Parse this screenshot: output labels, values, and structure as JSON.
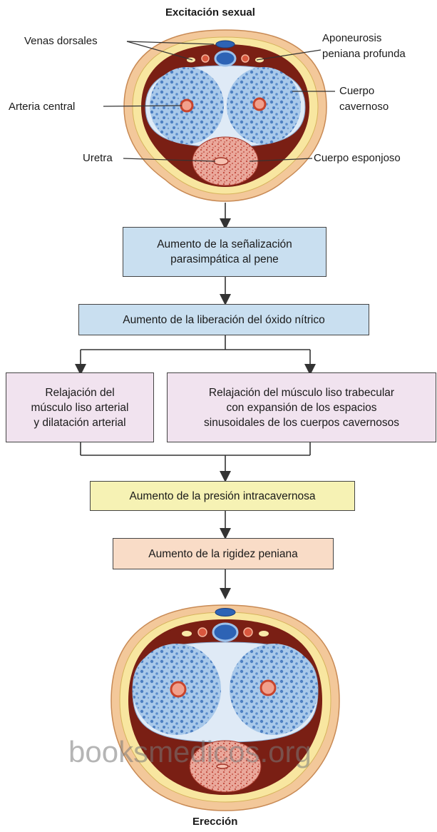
{
  "top": {
    "title": "Excitación sexual",
    "labels": {
      "venas": "Venas dorsales",
      "aponeurosis_1": "Aponeurosis",
      "aponeurosis_2": "peniana profunda",
      "arteria": "Arteria central",
      "cuerpo_cav_1": "Cuerpo",
      "cuerpo_cav_2": "cavernoso",
      "uretra": "Uretra",
      "esponjoso": "Cuerpo esponjoso"
    }
  },
  "flow": {
    "step1": "Aumento de la señalización\nparasimpática al pene",
    "step2": "Aumento de la liberación del óxido nítrico",
    "left_branch": "Relajación del\nmúsculo liso arterial\ny dilatación arterial",
    "right_branch": "Relajación del músculo liso trabecular\ncon expansión de los espacios\nsinusoidales de los cuerpos cavernosos",
    "step3": "Aumento de la presión intracavernosa",
    "step4": "Aumento de la rigidez peniana"
  },
  "bottom": {
    "title": "Erección"
  },
  "watermark": "booksmedicos.org",
  "colors": {
    "box_blue": "#c9dff0",
    "box_lilac": "#f1e3ef",
    "box_yellow": "#f6f2b4",
    "box_peach": "#f9dcc7",
    "tunica_yellow": "#f8e6a0",
    "skin": "#f3c89a",
    "cavernosum_blue": "#a9c9ea",
    "artery_red": "#c8442c",
    "spongiosum": "#e9a59a",
    "dark_red": "#7a1f14"
  }
}
